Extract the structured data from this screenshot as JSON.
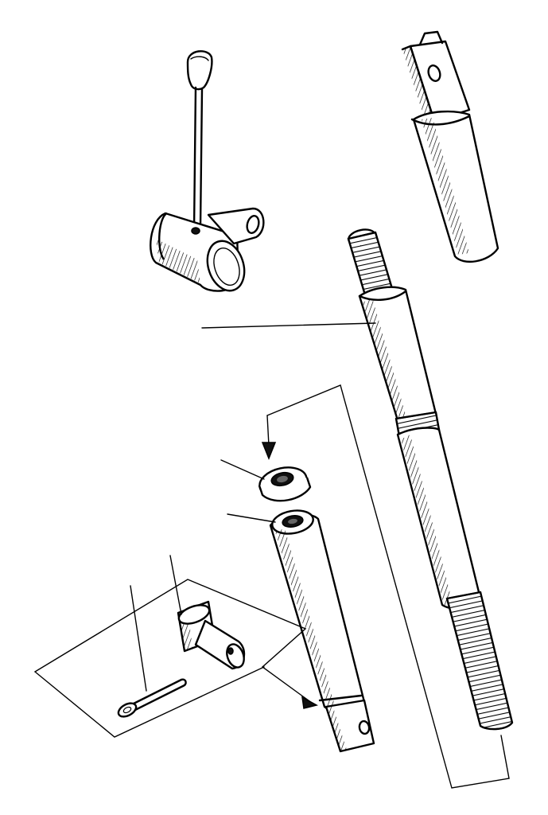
{
  "diagram": {
    "style": "exploded-view line drawing",
    "ink_color": "#000000",
    "paper_color": "#ffffff",
    "parts": [
      {
        "id": "lever-handle",
        "icon": "lever-with-ball-knob"
      },
      {
        "id": "upper-fork-tube",
        "icon": "tube-with-clevis"
      },
      {
        "id": "threaded-rod",
        "icon": "long-threaded-rod"
      },
      {
        "id": "washer",
        "icon": "flat-washer"
      },
      {
        "id": "lower-tube",
        "icon": "tube-with-slotted-end"
      },
      {
        "id": "clevis-pin",
        "icon": "headed-pin"
      },
      {
        "id": "cotter-pin",
        "icon": "split-pin"
      }
    ],
    "leader_lines": 5,
    "callout_text": []
  }
}
